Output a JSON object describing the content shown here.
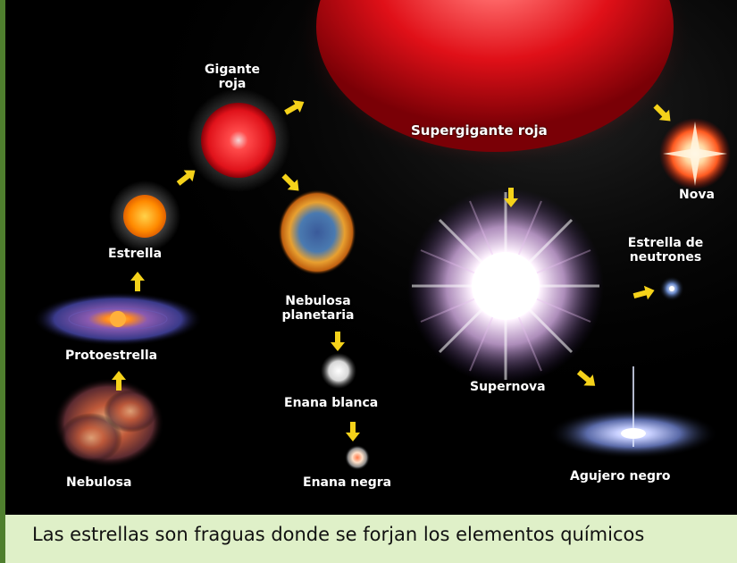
{
  "stages": {
    "nebulosa": "Nebulosa",
    "protoestrella": "Protoestrella",
    "estrella": "Estrella",
    "gigante_roja_1": "Gigante",
    "gigante_roja_2": "roja",
    "supergigante_roja": "Supergigante roja",
    "nova": "Nova",
    "nebulosa_planetaria_1": "Nebulosa",
    "nebulosa_planetaria_2": "planetaria",
    "enana_blanca": "Enana blanca",
    "enana_negra": "Enana negra",
    "supernova": "Supernova",
    "estrella_neutrones_1": "Estrella de",
    "estrella_neutrones_2": "neutrones",
    "agujero_negro": "Agujero negro"
  },
  "caption": "Las estrellas son fraguas donde se forjan los elementos químicos",
  "colors": {
    "page_background": "#dff0c8",
    "left_strip": "#4f7f2e",
    "diagram_background": "#000000",
    "arrow": "#f5d21a",
    "red_giant": "#e4121c"
  }
}
